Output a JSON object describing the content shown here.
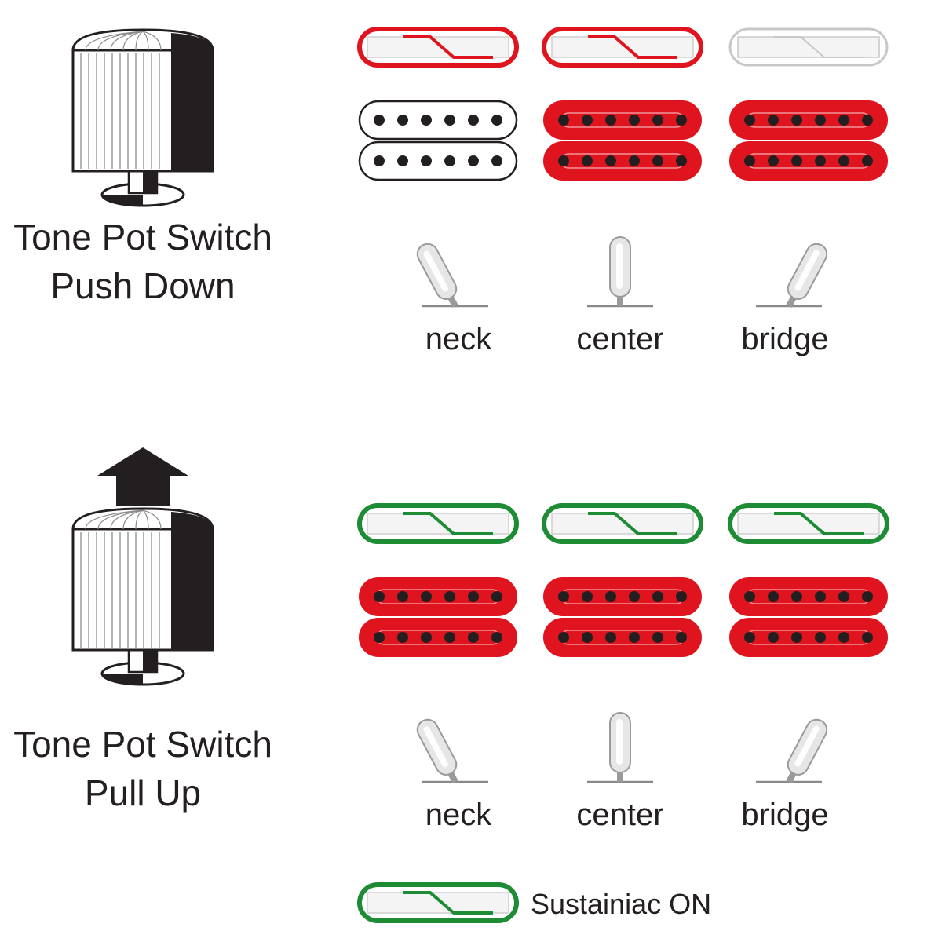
{
  "colors": {
    "active_red": "#e0141e",
    "sustainiac_green": "#1e8c34",
    "off_gray": "#c8c8c8",
    "ink": "#231f20",
    "body_fill": "#f2f2f2",
    "lever": "#e6e6e6"
  },
  "sections": [
    {
      "id": "push-down",
      "title_line1": "Tone Pot Switch",
      "title_line2": "Push Down",
      "knob": "knob-icon",
      "show_arrow": false,
      "positions": [
        {
          "label": "neck",
          "lever": "left",
          "sustainiac": "on",
          "humbucker": "off"
        },
        {
          "label": "center",
          "lever": "center",
          "sustainiac": "on",
          "humbucker": "on"
        },
        {
          "label": "bridge",
          "lever": "right",
          "sustainiac": "off",
          "humbucker": "on"
        }
      ]
    },
    {
      "id": "pull-up",
      "title_line1": "Tone Pot Switch",
      "title_line2": "Pull Up",
      "knob": "knob-icon",
      "show_arrow": true,
      "positions": [
        {
          "label": "neck",
          "lever": "left",
          "sustainiac": "green",
          "humbucker": "on"
        },
        {
          "label": "center",
          "lever": "center",
          "sustainiac": "green",
          "humbucker": "on"
        },
        {
          "label": "bridge",
          "lever": "right",
          "sustainiac": "green",
          "humbucker": "on"
        }
      ]
    }
  ],
  "legend": {
    "label": "Sustainiac ON",
    "icon": "sustainiac-pickup-icon",
    "state": "green"
  }
}
